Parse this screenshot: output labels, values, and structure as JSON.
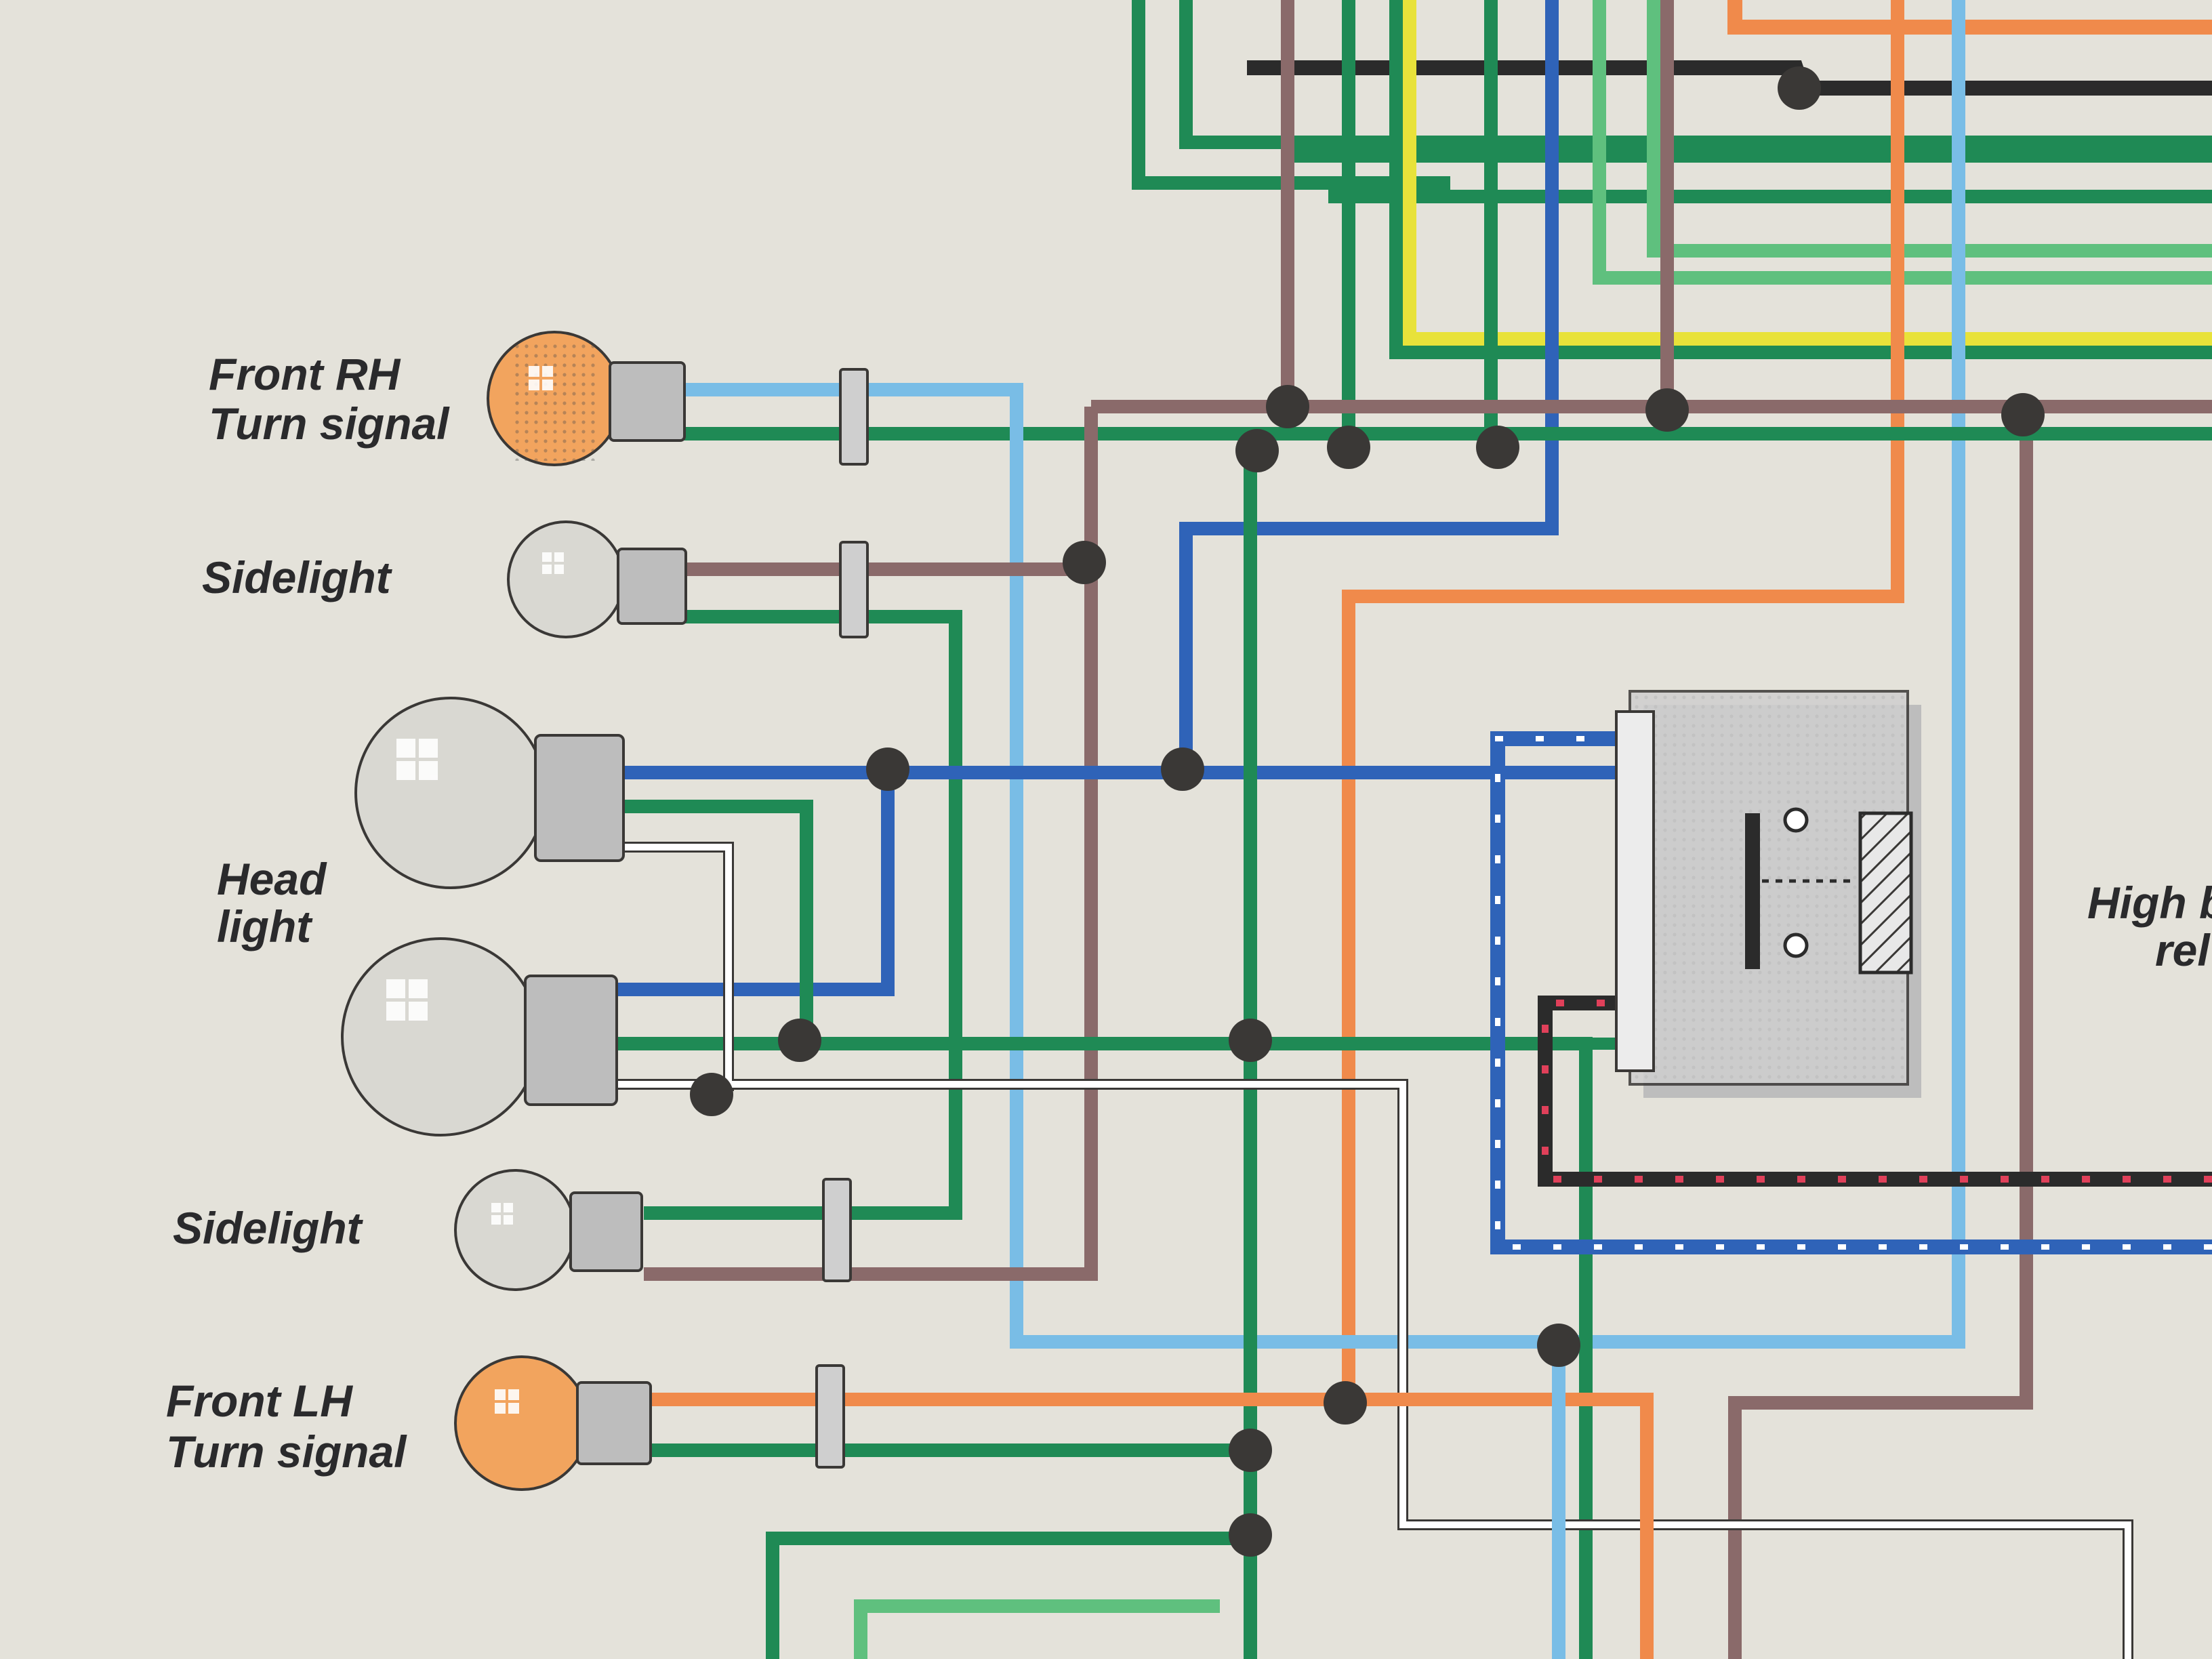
{
  "labels": {
    "front_rh_line1": "Front RH",
    "front_rh_line2": "Turn signal",
    "sidelight_top": "Sidelight",
    "headlight_line1": "Head",
    "headlight_line2": "light",
    "sidelight_bottom": "Sidelight",
    "front_lh_line1": "Front LH",
    "front_lh_line2": "Turn signal",
    "relay_line1": "High b",
    "relay_line2": "rel"
  },
  "colors": {
    "paper": "#e4e2da",
    "green": "#1f8a55",
    "light_green": "#5fc07e",
    "blue": "#2f63b8",
    "light_blue": "#79bde6",
    "brown": "#8a6a6a",
    "orange": "#f08a4b",
    "yellow": "#e8e23a",
    "black": "#2b2b2b",
    "red_dot": "#e0405a",
    "white": "#ffffff",
    "bulb_amber": "#f2a45e",
    "bulb_clear": "#d9d8d2"
  },
  "icons": [
    "bulb-amber-icon",
    "bulb-clear-icon",
    "connector-icon",
    "relay-icon",
    "junction-dot-icon"
  ]
}
